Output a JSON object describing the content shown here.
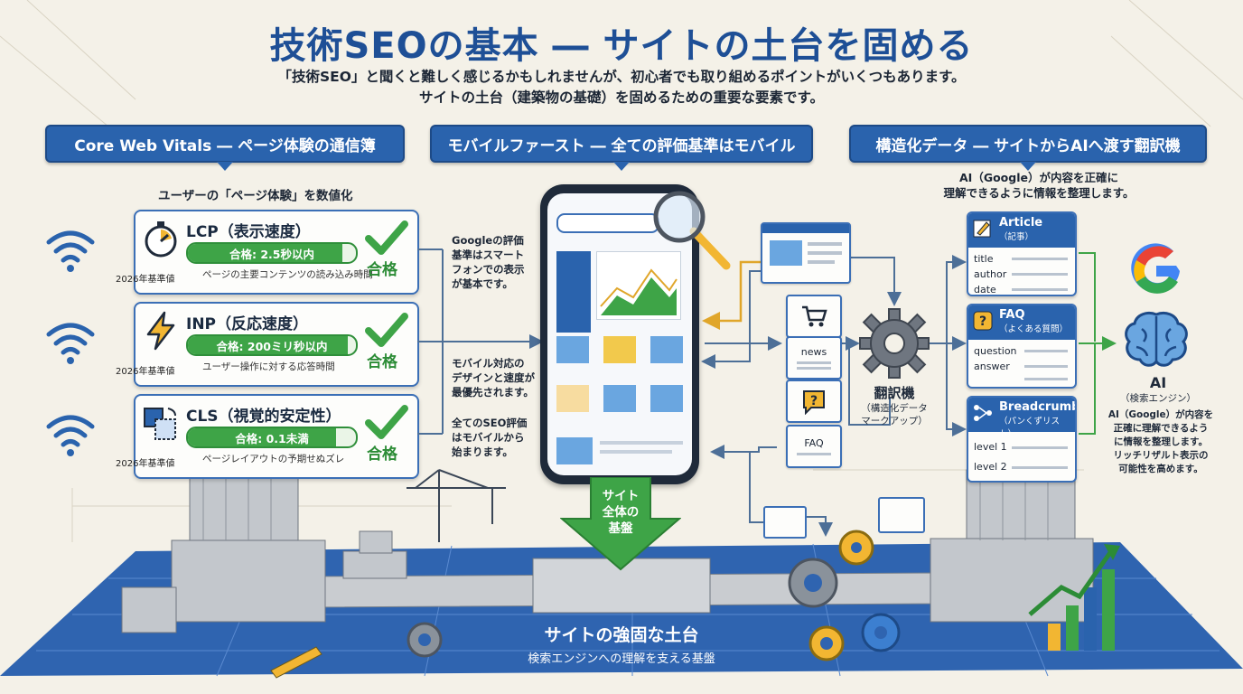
{
  "title": "技術SEOの基本 ― サイトの土台を固める",
  "subtitle_line1": "「技術SEO」と聞くと難しく感じるかもしれませんが、初心者でも取り組めるポイントがいくつもあります。",
  "subtitle_line2": "サイトの土台（建築物の基礎）を固めるための重要な要素です。",
  "sections": {
    "cwv": {
      "header": "Core Web Vitals ― ページ体験の通信簿",
      "label": "ユーザーの「ページ体験」を数値化",
      "metrics": [
        {
          "name": "LCP（表示速度）",
          "target": "合格: 2.5秒以内",
          "desc": "ページの主要コンテンツの読み込み時間",
          "baseline": "2026年基準値",
          "result": "合格",
          "fill": 0.92
        },
        {
          "name": "INP（反応速度）",
          "target": "合格: 200ミリ秒以内",
          "desc": "ユーザー操作に対する応答時間",
          "baseline": "2026年基準値",
          "result": "合格",
          "fill": 0.95
        },
        {
          "name": "CLS（視覚的安定性）",
          "target": "合格: 0.1未満",
          "desc": "ページレイアウトの予期せぬズレ",
          "baseline": "2026年基準値",
          "result": "合格",
          "fill": 0.88
        }
      ]
    },
    "mobile": {
      "header": "モバイルファースト ― 全ての評価基準はモバイル",
      "note1": [
        "Googleの評価",
        "基準はスマート",
        "フォンでの表示",
        "が基本です。"
      ],
      "note2": [
        "モバイル対応の",
        "デザインと速度が",
        "最優先されます。"
      ],
      "note3": [
        "全てのSEO評価",
        "はモバイルから",
        "始まります。"
      ],
      "arrow_label": [
        "サイト",
        "全体の",
        "基盤"
      ]
    },
    "structured": {
      "header": "構造化データ ― サイトからAIへ渡す翻訳機",
      "label_line1": "AI（Google）が内容を正確に",
      "label_line2": "理解できるように情報を整理します。",
      "cards": [
        {
          "title": "Article",
          "sub": "（記事）",
          "fields": [
            "title",
            "author",
            "date"
          ]
        },
        {
          "title": "FAQ",
          "sub": "（よくある質問）",
          "fields": [
            "question",
            "answer"
          ]
        },
        {
          "title": "Breadcrumb",
          "sub": "（パンくずリスト）",
          "fields": [
            "level 1",
            "level 2"
          ]
        }
      ],
      "icons": [
        "news",
        "FAQ"
      ],
      "translator_title": "翻訳機",
      "translator_sub1": "（構造化データ",
      "translator_sub2": "マークアップ）",
      "ai_title": "AI",
      "ai_sub": "（検索エンジン）",
      "ai_desc": [
        "AI（Google）が内容を",
        "正確に理解できるよう",
        "に情報を整理します。",
        "リッチリザルト表示の",
        "可能性を高めます。"
      ]
    }
  },
  "foundation": {
    "title": "サイトの強固な土台",
    "subtitle": "検索エンジンへの理解を支える基盤"
  },
  "colors": {
    "primary": "#2a63ad",
    "pass": "#3ea447",
    "accent": "#f2b632"
  }
}
